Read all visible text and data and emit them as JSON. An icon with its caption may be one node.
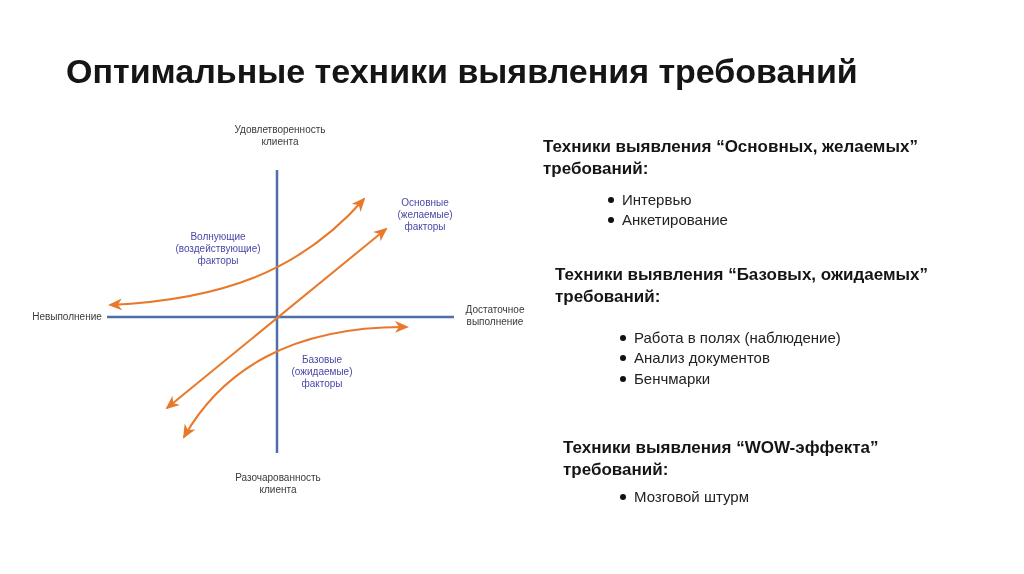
{
  "diagram": {
    "title": "Оптимальные техники выявления требований",
    "labels": [
      "Удовлетворенность клиента",
      "Основные (желаемые) факторы",
      "Волнующие (воздействующие) факторы",
      "Невыполнение",
      "Достаточное выполнение",
      "Базовые (ожидаемые) факторы",
      "Разочарованность клиента",
      "Техники выявления “Основных, желаемых” требований:",
      "Интервью",
      "Анкетирование",
      "Техники выявления “Базовых, ожидаемых” требований:",
      "Работа в полях (наблюдение)",
      "Анализ документов",
      "Бенчмарки",
      "Техники выявления “WOW-эффекта” требований:",
      "Мозговой штурм"
    ]
  }
}
